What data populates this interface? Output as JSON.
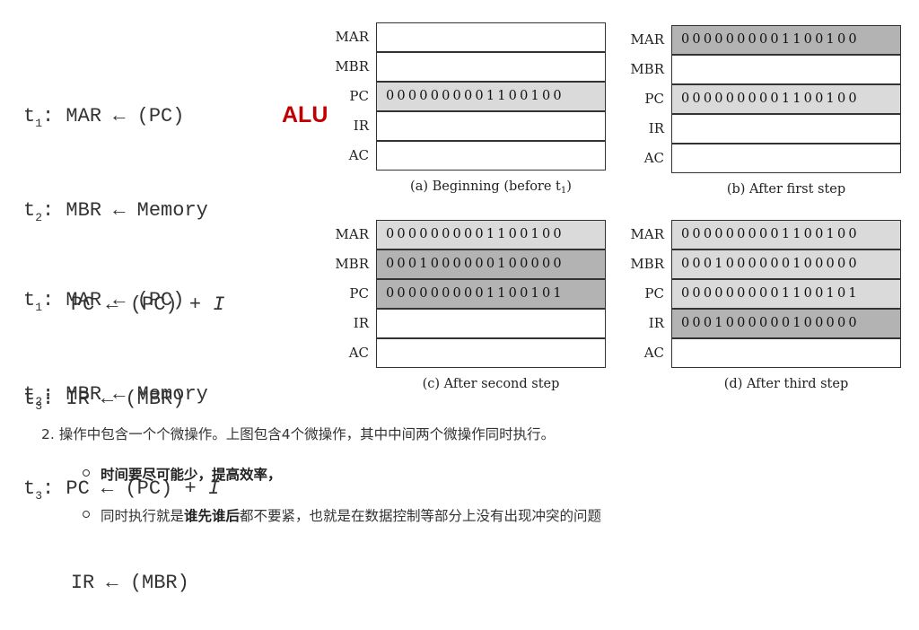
{
  "sequence_a": {
    "line1": {
      "t": "t",
      "sub": "1",
      "rest": ": MAR ← (PC)"
    },
    "line2": {
      "t": "t",
      "sub": "2",
      "rest": ": MBR ← Memory"
    },
    "line3": {
      "rest": "PC ← (PC) + ",
      "italic": "I"
    },
    "line4": {
      "t": "t",
      "sub": "3",
      "rest": ": IR ← (MBR)"
    }
  },
  "alu_label": "ALU",
  "sequence_b": {
    "line1": {
      "t": "t",
      "sub": "1",
      "rest": ": MAR ← (PC)"
    },
    "line2": {
      "t": "t",
      "sub": "2",
      "rest": ": MBR ← Memory"
    },
    "line3": {
      "t": "t",
      "sub": "3",
      "rest": ": PC ← (PC) + ",
      "italic": "I"
    },
    "line4": {
      "rest": "IR ← (MBR)"
    }
  },
  "panels": {
    "a": {
      "caption_main": "(a) Beginning (before t",
      "caption_sub": "1",
      "caption_end": ")",
      "registers": [
        {
          "name": "MAR",
          "value": "",
          "shade": "none"
        },
        {
          "name": "MBR",
          "value": "",
          "shade": "none"
        },
        {
          "name": "PC",
          "value": "0000000001100100",
          "shade": "light"
        },
        {
          "name": "IR",
          "value": "",
          "shade": "none"
        },
        {
          "name": "AC",
          "value": "",
          "shade": "none"
        }
      ]
    },
    "b": {
      "caption_main": "(b) After first step",
      "registers": [
        {
          "name": "MAR",
          "value": "0000000001100100",
          "shade": "dark"
        },
        {
          "name": "MBR",
          "value": "",
          "shade": "none"
        },
        {
          "name": "PC",
          "value": "0000000001100100",
          "shade": "light"
        },
        {
          "name": "IR",
          "value": "",
          "shade": "none"
        },
        {
          "name": "AC",
          "value": "",
          "shade": "none"
        }
      ]
    },
    "c": {
      "caption_main": "(c) After second step",
      "registers": [
        {
          "name": "MAR",
          "value": "0000000001100100",
          "shade": "light"
        },
        {
          "name": "MBR",
          "value": "0001000000100000",
          "shade": "dark"
        },
        {
          "name": "PC",
          "value": "0000000001100101",
          "shade": "dark"
        },
        {
          "name": "IR",
          "value": "",
          "shade": "none"
        },
        {
          "name": "AC",
          "value": "",
          "shade": "none"
        }
      ]
    },
    "d": {
      "caption_main": "(d) After third step",
      "registers": [
        {
          "name": "MAR",
          "value": "0000000001100100",
          "shade": "light"
        },
        {
          "name": "MBR",
          "value": "0001000000100000",
          "shade": "light"
        },
        {
          "name": "PC",
          "value": "0000000001100101",
          "shade": "light"
        },
        {
          "name": "IR",
          "value": "0001000000100000",
          "shade": "dark"
        },
        {
          "name": "AC",
          "value": "",
          "shade": "none"
        }
      ]
    }
  },
  "note": {
    "text": "2. 操作中包含一个个微操作。上图包含4个微操作，其中中间两个微操作同时执行。"
  },
  "bullets": [
    {
      "bold1": "时间要尽可能少，提高效率",
      "tail": "，"
    },
    {
      "pre": "同时执行就是",
      "bold1": "谁先谁后",
      "tail": "都不要紧，也就是在数据控制等部分上没有出现冲突的问题"
    }
  ]
}
